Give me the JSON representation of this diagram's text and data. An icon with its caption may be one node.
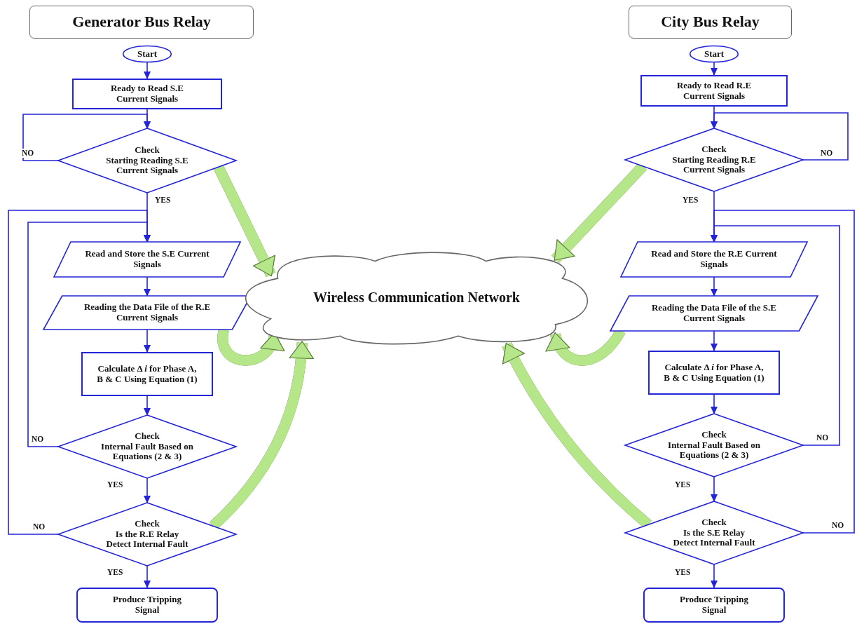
{
  "diagram": {
    "nodes": [
      {
        "text": [
          "Generator Bus Relay"
        ]
      },
      {
        "text": [
          "Start"
        ]
      },
      {
        "text": [
          "Ready to Read S.E Current Signals"
        ]
      },
      {
        "text": [
          "Check",
          "Starting Reading S.E Current Signals"
        ]
      },
      {
        "text": [
          "Read and Store the S.E Current Signals"
        ]
      },
      {
        "text": [
          "Reading the Data File of the R.E Current Signals"
        ]
      },
      {
        "text": [
          "Calculate Δ *i* for Phase A, B & C Using Equation (1)"
        ]
      },
      {
        "text": [
          "Check",
          "Internal Fault Based on Equations (2 & 3)"
        ]
      },
      {
        "text": [
          "Check",
          "Is the R.E Relay Detect Internal Fault"
        ]
      },
      {
        "text": [
          "Produce Tripping Signal"
        ]
      },
      {
        "text": [
          "Wireless Communication Network"
        ]
      },
      {
        "text": [
          "City Bus Relay"
        ]
      },
      {
        "text": [
          "Start"
        ]
      },
      {
        "text": [
          "Ready to Read R.E Current Signals"
        ]
      },
      {
        "text": [
          "Check",
          "Starting Reading R.E Current Signals"
        ]
      },
      {
        "text": [
          "Read and Store the R.E Current Signals"
        ]
      },
      {
        "text": [
          "Reading the Data File of the S.E Current Signals"
        ]
      },
      {
        "text": [
          "Calculate Δ *i* for Phase A, B & C Using Equation (1)"
        ]
      },
      {
        "text": [
          "Check",
          "Internal Fault Based on Equations (2 & 3)"
        ]
      },
      {
        "text": [
          "Check",
          "Is the S.E Relay Detect Internal Fault"
        ]
      },
      {
        "text": [
          "Produce Tripping Signal"
        ]
      }
    ],
    "edges": [
      {
        "from": 1,
        "to": 2,
        "arrow": "to"
      },
      {
        "from": 2,
        "to": 3,
        "arrow": "to"
      },
      {
        "from": 3,
        "to": 3,
        "arrow": "to",
        "label": "NO"
      },
      {
        "from": 3,
        "to": 4,
        "arrow": "to",
        "label": "YES"
      },
      {
        "from": 4,
        "to": 5,
        "arrow": "to"
      },
      {
        "from": 5,
        "to": 6,
        "arrow": "to"
      },
      {
        "from": 6,
        "to": 7,
        "arrow": "to"
      },
      {
        "from": 7,
        "to": 4,
        "arrow": "to",
        "label": "NO"
      },
      {
        "from": 7,
        "to": 8,
        "arrow": "to",
        "label": "YES"
      },
      {
        "from": 8,
        "to": 4,
        "arrow": "to",
        "label": "NO"
      },
      {
        "from": 8,
        "to": 9,
        "arrow": "to",
        "label": "YES"
      },
      {
        "from": 3,
        "to": 10,
        "arrow": "to",
        "style": "thick",
        "color": "#b5e68a"
      },
      {
        "from": 5,
        "to": 10,
        "arrow": "to",
        "style": "thick",
        "color": "#b5e68a"
      },
      {
        "from": 8,
        "to": 10,
        "arrow": "to",
        "style": "thick",
        "color": "#b5e68a"
      },
      {
        "from": 12,
        "to": 13,
        "arrow": "to"
      },
      {
        "from": 13,
        "to": 14,
        "arrow": "to"
      },
      {
        "from": 14,
        "to": 14,
        "arrow": "to",
        "label": "NO"
      },
      {
        "from": 14,
        "to": 15,
        "arrow": "to",
        "label": "YES"
      },
      {
        "from": 15,
        "to": 16,
        "arrow": "to"
      },
      {
        "from": 16,
        "to": 17,
        "arrow": "to"
      },
      {
        "from": 17,
        "to": 18,
        "arrow": "to"
      },
      {
        "from": 18,
        "to": 15,
        "arrow": "to",
        "label": "NO"
      },
      {
        "from": 18,
        "to": 19,
        "arrow": "to",
        "label": "YES"
      },
      {
        "from": 19,
        "to": 15,
        "arrow": "to",
        "label": "NO"
      },
      {
        "from": 19,
        "to": 20,
        "arrow": "to",
        "label": "YES"
      },
      {
        "from": 14,
        "to": 10,
        "arrow": "to",
        "style": "thick",
        "color": "#b5e68a"
      },
      {
        "from": 16,
        "to": 10,
        "arrow": "to",
        "style": "thick",
        "color": "#b5e68a"
      },
      {
        "from": 19,
        "to": 10,
        "arrow": "to",
        "style": "thick",
        "color": "#b5e68a"
      }
    ]
  }
}
